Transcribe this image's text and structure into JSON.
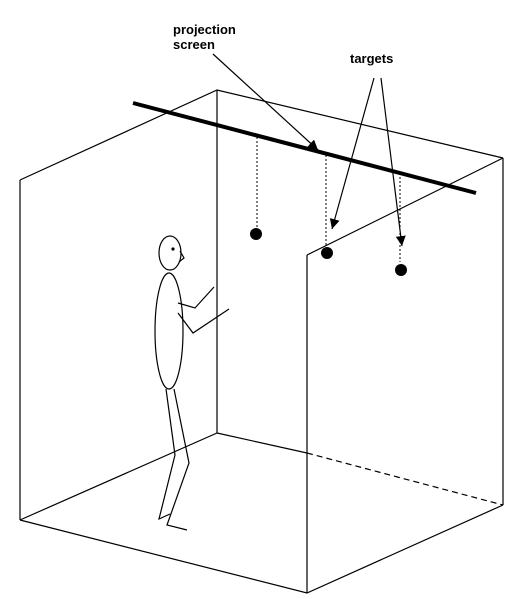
{
  "labels": {
    "projection_line1": "projection",
    "projection_line2": "screen",
    "targets": "targets"
  },
  "icons": {
    "person": "stick-figure-icon",
    "target": "target-dot-icon"
  },
  "colors": {
    "ink": "#000000",
    "background": "#ffffff"
  }
}
